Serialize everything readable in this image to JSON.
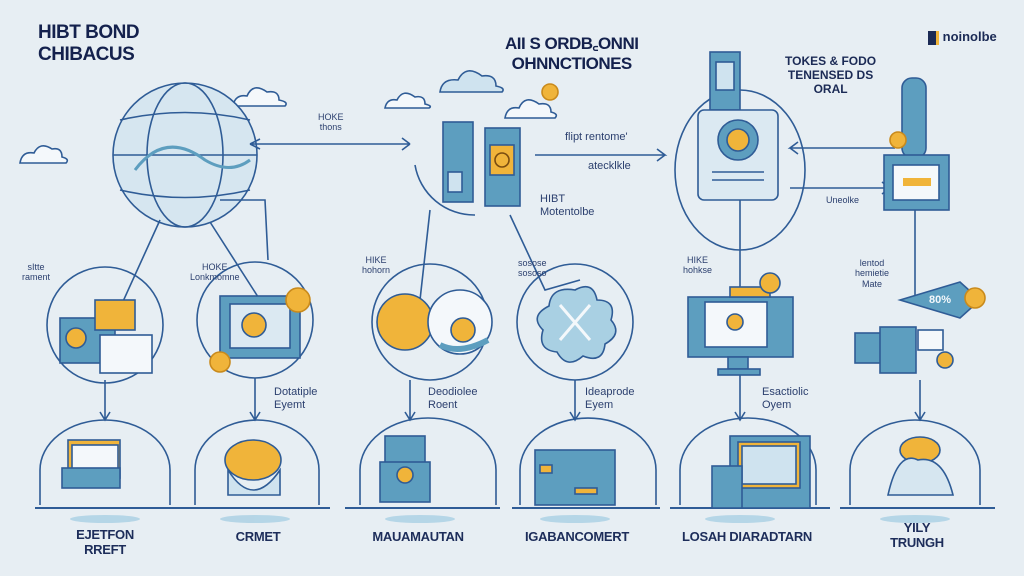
{
  "header": {
    "title_line1": "HIBT BOND",
    "title_line2": "CHIBACUS",
    "center_title_line1": "AII S ORDB꜀ONNI",
    "center_title_line2": "OHNNCTIONES",
    "logo_text": "noinolbe",
    "right_caption": [
      "TOKES & FODO",
      "TENENSED DS",
      "ORAL"
    ]
  },
  "top_labels": {
    "globe_arrow": [
      "HOKE",
      "thons"
    ],
    "devices_arrow_top": "flipt rentome'",
    "devices_arrow_bottom": "atecklkle",
    "devices_caption": [
      "HIBT",
      "Motentolbe"
    ],
    "phone_arrow": "Uneolke"
  },
  "stages": [
    {
      "tag": [
        "sItte",
        "rament"
      ],
      "desc": [],
      "label": [
        "EJETFON",
        "RREFT"
      ]
    },
    {
      "tag": [
        "HOKE",
        "Lonkmomne"
      ],
      "desc": [
        "Dotatiple",
        "Eyemt"
      ],
      "label": [
        "CRMET"
      ]
    },
    {
      "tag": [
        "HIKE",
        "hohorn"
      ],
      "desc": [
        "Deodiolee",
        "Roent"
      ],
      "label": [
        "MAUAMAUTAN"
      ]
    },
    {
      "tag": [
        "sosose",
        "sososo"
      ],
      "desc": [
        "Ideaprode",
        "Eyem"
      ],
      "label": [
        "IGABANCOMERT"
      ]
    },
    {
      "tag": [
        "HIKE",
        "hohkse"
      ],
      "desc": [
        "Esactiolic",
        "Oyem"
      ],
      "label": [
        "LOSAH DIARADTARN"
      ]
    },
    {
      "tag": [
        "lentod",
        "hemietie",
        "Mate"
      ],
      "desc": [],
      "label": [
        "YILY",
        "TRUNGH"
      ],
      "badge": "80%"
    }
  ],
  "colors": {
    "background": "#e7eef3",
    "line": "#2f5c96",
    "fill": "#5d9ebf",
    "accent": "#f0b43a",
    "text": "#14214d"
  }
}
